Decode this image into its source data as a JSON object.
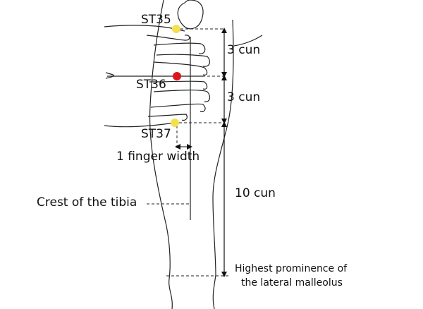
{
  "points": [
    {
      "name": "ST35",
      "color": "#f4e04d"
    },
    {
      "name": "ST36",
      "color": "#e0141c"
    },
    {
      "name": "ST37",
      "color": "#f4e04d"
    }
  ],
  "measurements": {
    "upper": "3 cun",
    "middle": "3 cun",
    "lower": "10 cun",
    "finger_width": "1 finger width"
  },
  "landmarks": {
    "tibia_crest": "Crest of the tibia",
    "malleolus_line1": "Highest prominence of",
    "malleolus_line2": "the lateral malleolus"
  }
}
